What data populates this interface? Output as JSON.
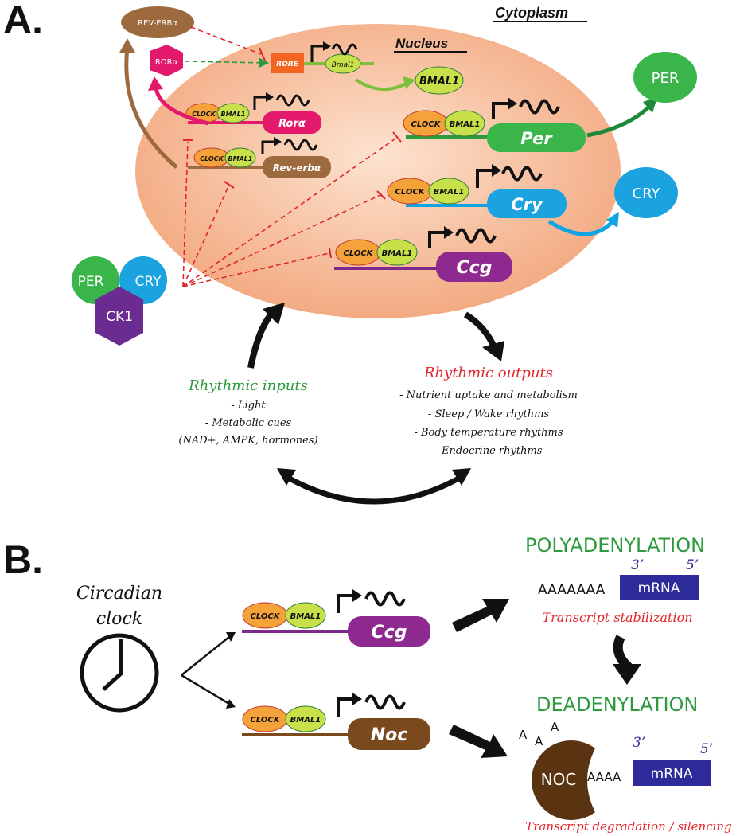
{
  "panel_a": {
    "label": "A.",
    "cytoplasm": "Cytoplasm",
    "nucleus": "Nucleus",
    "rev_erb_protein": "REV-ERBα",
    "ror_protein": "RORα",
    "rore": "RORE",
    "bmal1_gene": "Bmal1",
    "bmal1_protein": "BMAL1",
    "clock": "CLOCK",
    "bmal1": "BMAL1",
    "genes": {
      "rora": "Rorα",
      "reverba": "Rev-erbα",
      "per": "Per",
      "cry": "Cry",
      "ccg": "Ccg"
    },
    "per_protein": "PER",
    "cry_protein": "CRY",
    "complex": {
      "per": "PER",
      "cry": "CRY",
      "ck1": "CK1"
    },
    "inputs": {
      "title": "Rhythmic inputs",
      "items": [
        "- Light",
        "- Metabolic cues",
        "(NAD+, AMPK, hormones)"
      ]
    },
    "outputs": {
      "title": "Rhythmic outputs",
      "items": [
        "- Nutrient uptake and metabolism",
        "- Sleep / Wake rhythms",
        "- Body temperature rhythms",
        "- Endocrine rhythms"
      ]
    }
  },
  "panel_b": {
    "label": "B.",
    "clock_label_1": "Circadian",
    "clock_label_2": "clock",
    "clock": "CLOCK",
    "bmal1": "BMAL1",
    "ccg": "Ccg",
    "noc": "Noc",
    "polyadenylation": "POLYADENYLATION",
    "deadenylation": "DEADENYLATION",
    "three_prime": "3’",
    "five_prime": "5’",
    "poly_a": "AAAAAAA",
    "short_a": "AAAA",
    "mrna": "mRNA",
    "stabilization": "Transcript stabilization",
    "degradation": "Transcript degradation / silencing",
    "noc_protein": "NOC",
    "released_a": [
      "A",
      "A",
      "A"
    ]
  },
  "colors": {
    "nucleus_fill": "#f4b490",
    "green": "#2e9a3e",
    "red": "#e0262b",
    "blue": "#0ea5e2",
    "purple": "#7b2a8c",
    "brown": "#7a4a1e",
    "mrna_blue": "#2d2a9a"
  }
}
